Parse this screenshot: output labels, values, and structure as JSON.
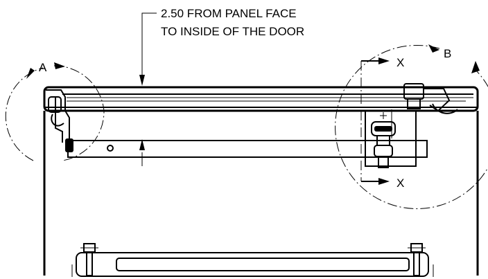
{
  "dimension_note": {
    "line1": "2.50 FROM PANEL FACE",
    "line2": "TO INSIDE OF THE DOOR"
  },
  "detail_labels": {
    "detail_a": "A",
    "detail_b": "B"
  },
  "section_labels": {
    "top": "X",
    "bottom": "X"
  },
  "colors": {
    "line": "#000000",
    "background": "#ffffff"
  }
}
